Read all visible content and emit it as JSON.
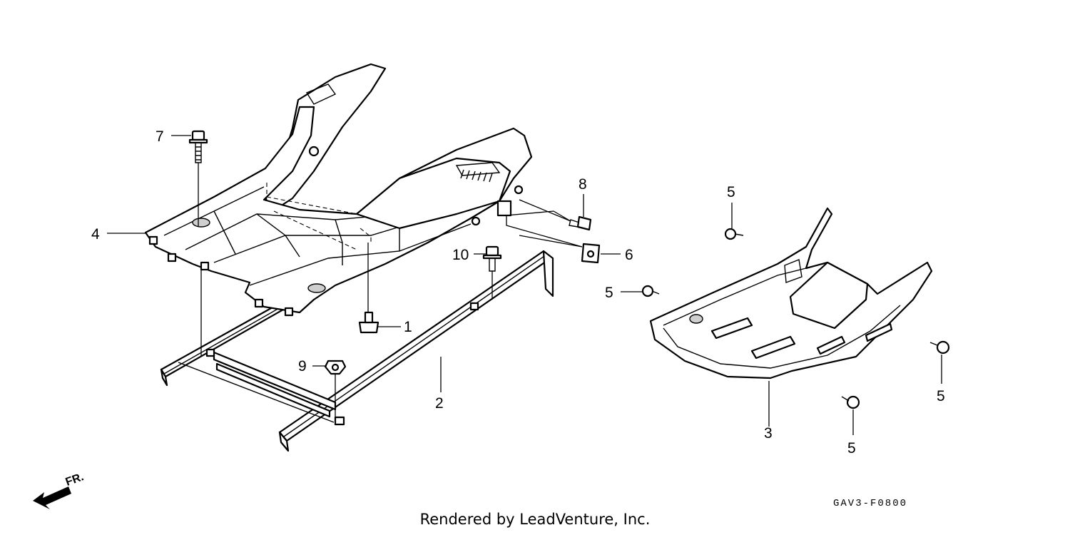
{
  "diagram": {
    "callouts": [
      {
        "id": "c1",
        "text": "1"
      },
      {
        "id": "c2",
        "text": "2"
      },
      {
        "id": "c3",
        "text": "3"
      },
      {
        "id": "c4",
        "text": "4"
      },
      {
        "id": "c5a",
        "text": "5"
      },
      {
        "id": "c5b",
        "text": "5"
      },
      {
        "id": "c5c",
        "text": "5"
      },
      {
        "id": "c5d",
        "text": "5"
      },
      {
        "id": "c6",
        "text": "6"
      },
      {
        "id": "c7",
        "text": "7"
      },
      {
        "id": "c8",
        "text": "8"
      },
      {
        "id": "c9",
        "text": "9"
      },
      {
        "id": "c10",
        "text": "10"
      }
    ],
    "front_indicator": {
      "text": "FR.",
      "icon": "front-direction-arrow-icon"
    },
    "diagram_code": "GAV3-F0800",
    "credit": "Rendered by LeadVenture, Inc."
  }
}
